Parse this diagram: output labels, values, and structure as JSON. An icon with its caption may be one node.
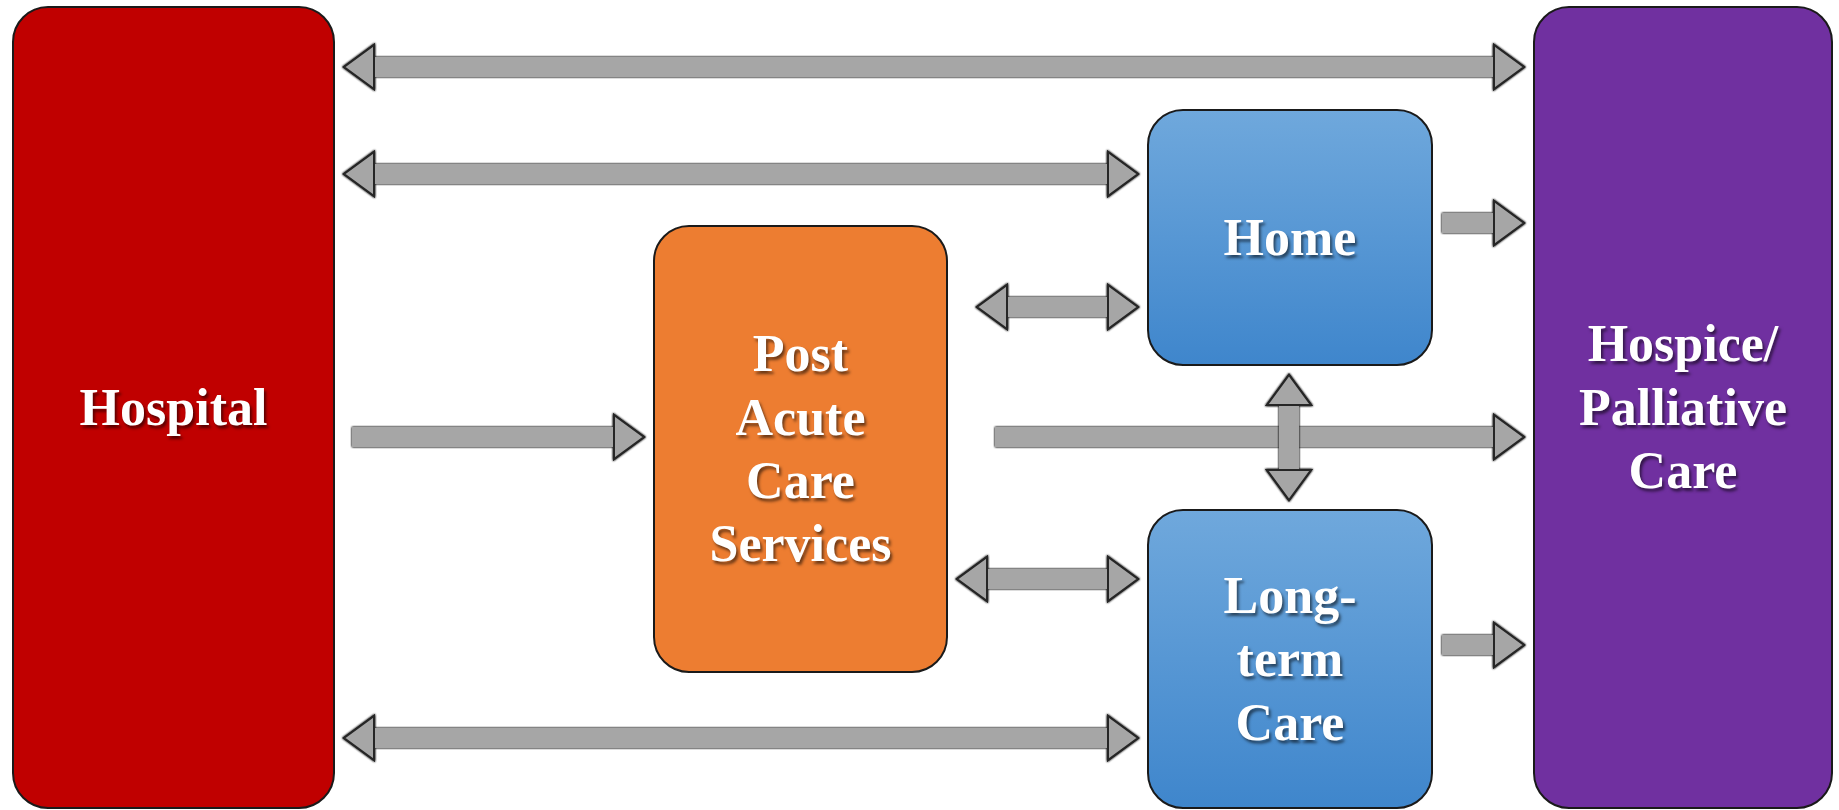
{
  "diagram": {
    "nodes": [
      {
        "text": [
          "Hospital"
        ]
      },
      {
        "text": [
          "Post Acute Care Services"
        ]
      },
      {
        "text": [
          "Home"
        ]
      },
      {
        "text": [
          "Long- term Care"
        ]
      },
      {
        "text": [
          "Hospice/ Palliative Care"
        ]
      }
    ],
    "edges": [
      {
        "from": 0,
        "to": 4,
        "arrow": "both"
      },
      {
        "from": 0,
        "to": 2,
        "arrow": "both"
      },
      {
        "from": 0,
        "to": 1,
        "arrow": "to"
      },
      {
        "from": 1,
        "to": 2,
        "arrow": "both"
      },
      {
        "from": 2,
        "to": 4,
        "arrow": "to"
      },
      {
        "from": 1,
        "to": 4,
        "arrow": "to"
      },
      {
        "from": 2,
        "to": 3,
        "arrow": "both"
      },
      {
        "from": 1,
        "to": 3,
        "arrow": "both"
      },
      {
        "from": 3,
        "to": 4,
        "arrow": "to"
      },
      {
        "from": 0,
        "to": 3,
        "arrow": "both"
      }
    ]
  }
}
